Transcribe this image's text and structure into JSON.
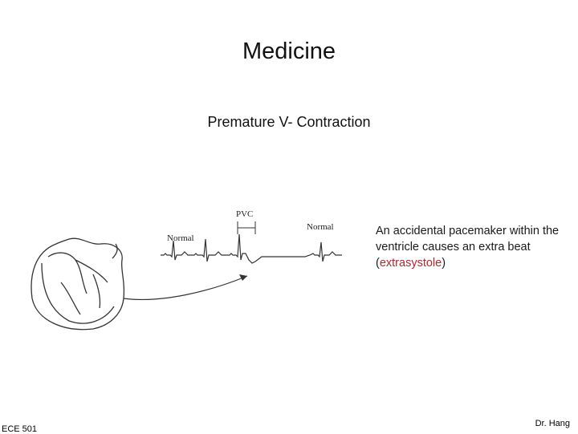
{
  "slide": {
    "title": "Medicine",
    "subtitle": "Premature V- Contraction",
    "caption": {
      "before": "An accidental  pacemaker within the ventricle causes an extra beat (",
      "highlight": "extrasystole",
      "after": ")"
    },
    "footer_left": "ECE 501",
    "footer_right": "Dr. Hang"
  },
  "figure": {
    "label_normal_left": "Normal",
    "label_pvc": "PVC",
    "label_normal_right": "Normal"
  },
  "colors": {
    "highlight": "#b3262e",
    "line": "#333333"
  }
}
